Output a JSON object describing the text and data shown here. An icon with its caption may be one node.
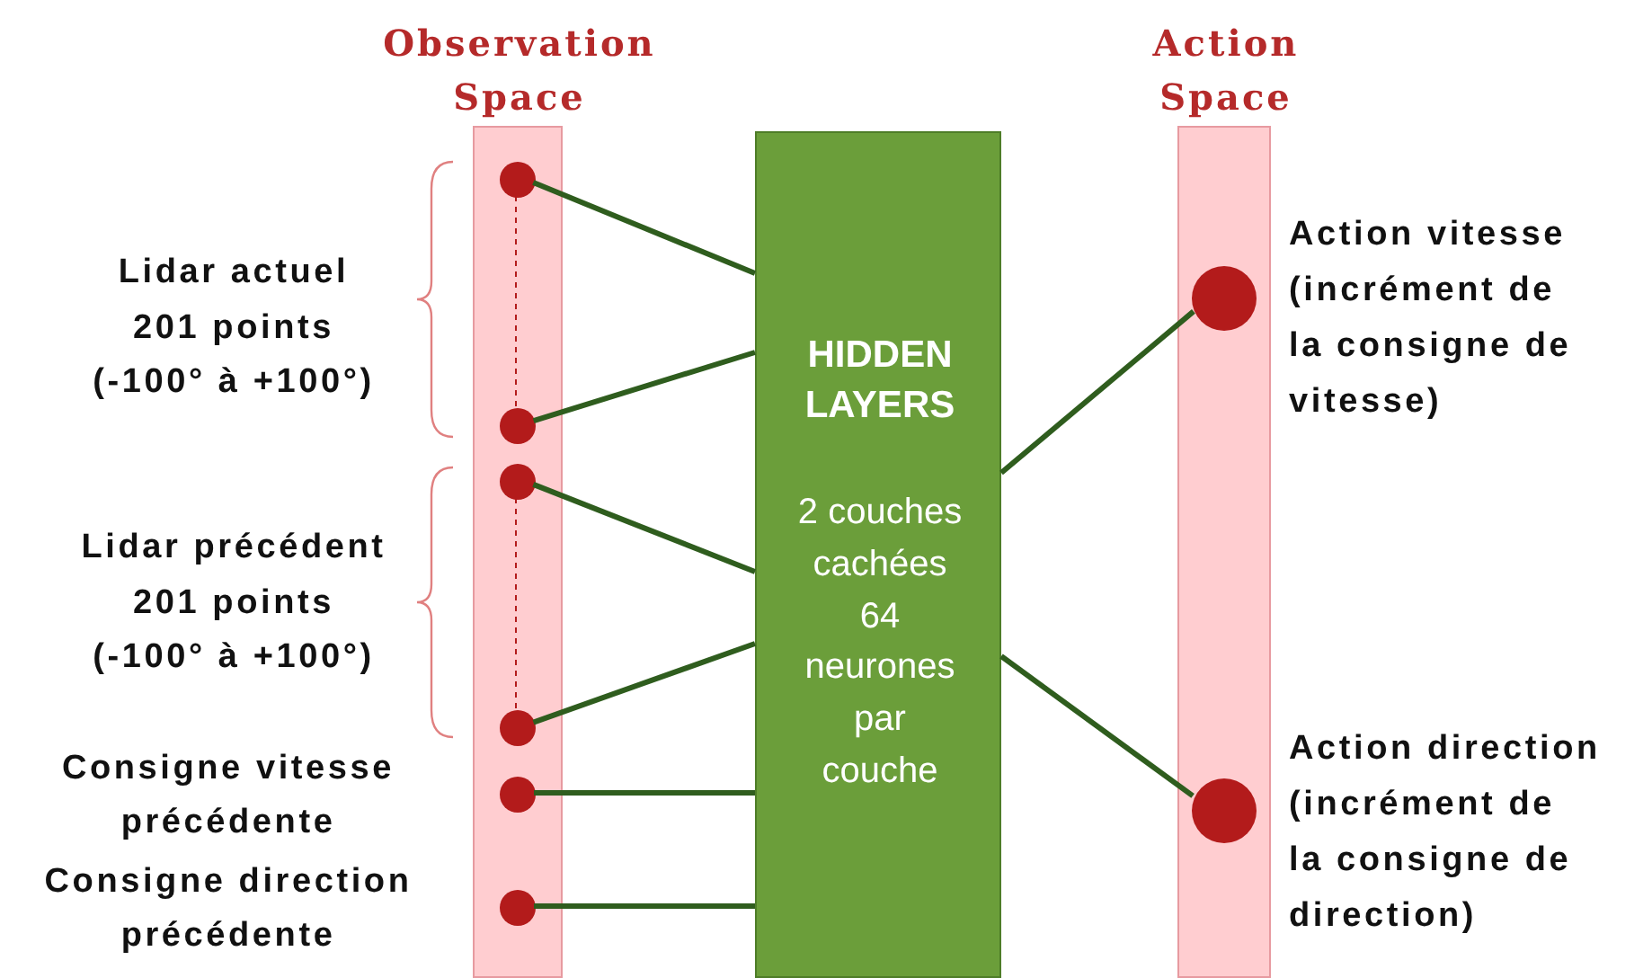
{
  "diagram": {
    "nodes": [
      {
        "text": [
          "Observation Space"
        ]
      },
      {
        "text": [],
        "shape": "circle",
        "in": 0
      },
      {
        "text": [],
        "shape": "circle",
        "in": 0
      },
      {
        "text": [],
        "shape": "circle",
        "in": 0
      },
      {
        "text": [],
        "shape": "circle",
        "in": 0
      },
      {
        "text": [],
        "shape": "circle",
        "in": 0,
        "beside": [
          "Consigne vitesse précédente"
        ]
      },
      {
        "text": [],
        "shape": "circle",
        "in": 0,
        "beside": [
          "Consigne direction précédente"
        ]
      },
      {
        "text": [
          "HIDDEN LAYERS",
          "2 couches cachées 64 neurones par couche"
        ]
      },
      {
        "text": [
          "Action Space"
        ]
      },
      {
        "text": [],
        "shape": "circle",
        "in": 8,
        "beside": [
          "Action vitesse (incrément de la consigne de vitesse)"
        ]
      },
      {
        "text": [],
        "shape": "circle",
        "in": 8,
        "beside": [
          "Action direction (incrément de la consigne de direction)"
        ]
      }
    ],
    "edges": [
      {
        "from": 1,
        "to": 7,
        "arrow": "none"
      },
      {
        "from": 2,
        "to": 7,
        "arrow": "none"
      },
      {
        "from": 3,
        "to": 7,
        "arrow": "none"
      },
      {
        "from": 4,
        "to": 7,
        "arrow": "none"
      },
      {
        "from": 5,
        "to": 7,
        "arrow": "none"
      },
      {
        "from": 6,
        "to": 7,
        "arrow": "none"
      },
      {
        "from": 7,
        "to": 9,
        "arrow": "none"
      },
      {
        "from": 7,
        "to": 10,
        "arrow": "none"
      },
      {
        "from": 1,
        "to": 2,
        "arrow": "none",
        "style": "dashed",
        "color": "#b31b1b"
      },
      {
        "from": 3,
        "to": 4,
        "arrow": "none",
        "style": "dashed",
        "color": "#b31b1b"
      }
    ],
    "labels": [
      "Lidar actuel 201 points (-100° à +100°)",
      "Lidar précédent 201 points (-100° à +100°)"
    ]
  }
}
